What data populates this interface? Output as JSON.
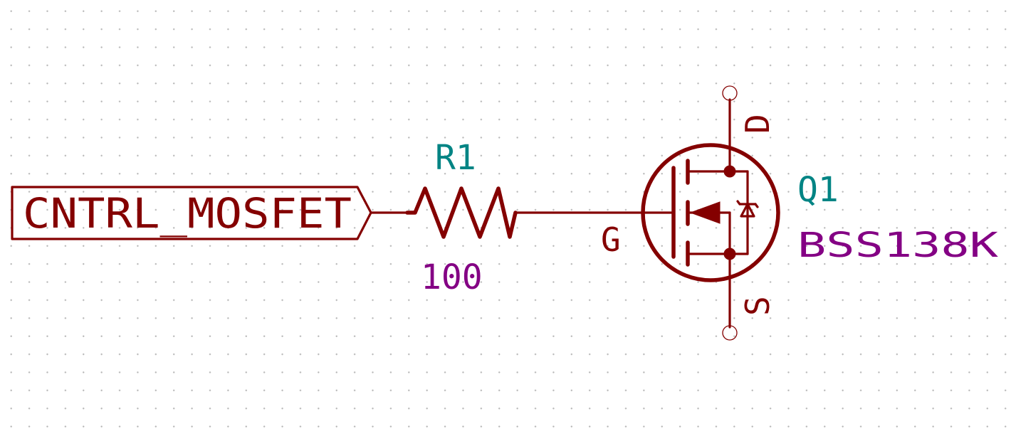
{
  "net_label": {
    "text": "CNTRL_MOSFET"
  },
  "resistor": {
    "reference": "R1",
    "value": "100"
  },
  "mosfet": {
    "reference": "Q1",
    "value": "BSS138K",
    "pins": {
      "gate": "G",
      "drain": "D",
      "source": "S"
    }
  },
  "colors": {
    "wire": "#840000",
    "reference": "#008484",
    "value": "#840084",
    "grid_dot": "#b8b8b8",
    "background": "#ffffff"
  }
}
